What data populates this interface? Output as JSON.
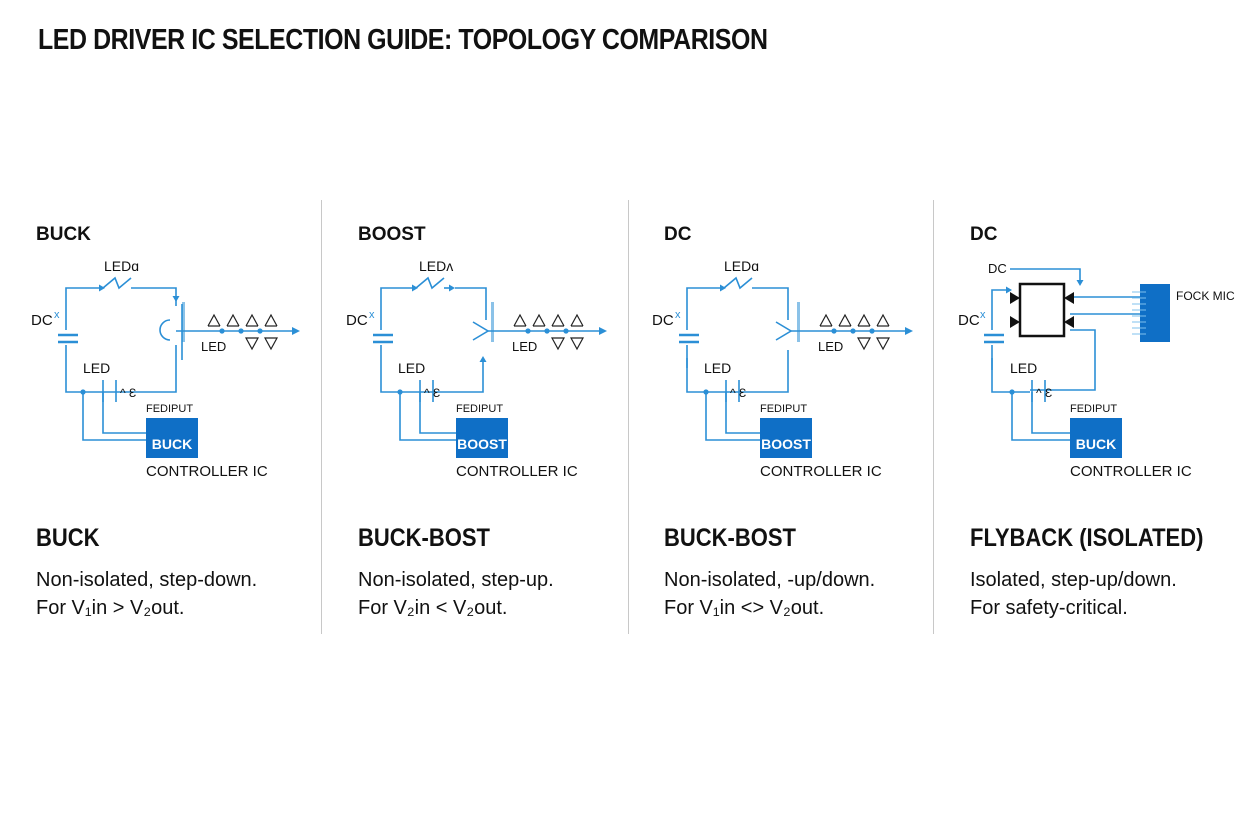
{
  "title": "LED DRIVER IC SELECTION GUIDE: TOPOLOGY COMPARISON",
  "colors": {
    "wire": "#2b8fd6",
    "ic": "#0f6fc6",
    "text": "#111111",
    "divider": "#c8c8c8"
  },
  "panels": [
    {
      "label": "BUCK",
      "dc": "DC",
      "dc_marker": "x",
      "led_top": "LEDɑ",
      "led_side": "LED",
      "led_out": "LED",
      "switch_label": "^ Ɛ",
      "feedback": "FEDIPUT",
      "ic_name": "BUCK",
      "ic_caption": "CONTROLLER IC",
      "heading": "BUCK",
      "desc_line1": "Non-isolated, step-down.",
      "desc_line2": "For V₁in > V₂out."
    },
    {
      "label": "BOOST",
      "dc": "DC",
      "dc_marker": "x",
      "led_top": "LEDᴧ",
      "led_side": "LED",
      "led_out": "LED",
      "switch_label": "^ Ɛ",
      "feedback": "FEDIPUT",
      "ic_name": "BOOST",
      "ic_caption": "CONTROLLER IC",
      "heading": "BUCK-BOST",
      "desc_line1": "Non-isolated, step-up.",
      "desc_line2": "For V₂in < V₂out."
    },
    {
      "label": "DC",
      "dc": "DC",
      "dc_marker": "x",
      "led_top": "LEDɑ",
      "led_side": "LED",
      "led_out": "LED",
      "switch_label": "^ Ɛ",
      "feedback": "FEDIPUT",
      "ic_name": "BOOST",
      "ic_caption": "CONTROLLER IC",
      "heading": "BUCK-BOST",
      "desc_line1": "Non-isolated, -up/down.",
      "desc_line2": "For V₁in <> V₂out."
    },
    {
      "label": "DC",
      "dc": "DC",
      "dc_marker": "x",
      "dc_top": "DC",
      "side_ic_label": "FOCK MIC",
      "led_side": "LED",
      "switch_label": "^ Ɛ",
      "feedback": "FEDIPUT",
      "ic_name": "BUCK",
      "ic_caption": "CONTROLLER IC",
      "heading": "FLYBACK (ISOLATED)",
      "desc_line1": "Isolated, step-up/down.",
      "desc_line2": "For safety-critical."
    }
  ]
}
